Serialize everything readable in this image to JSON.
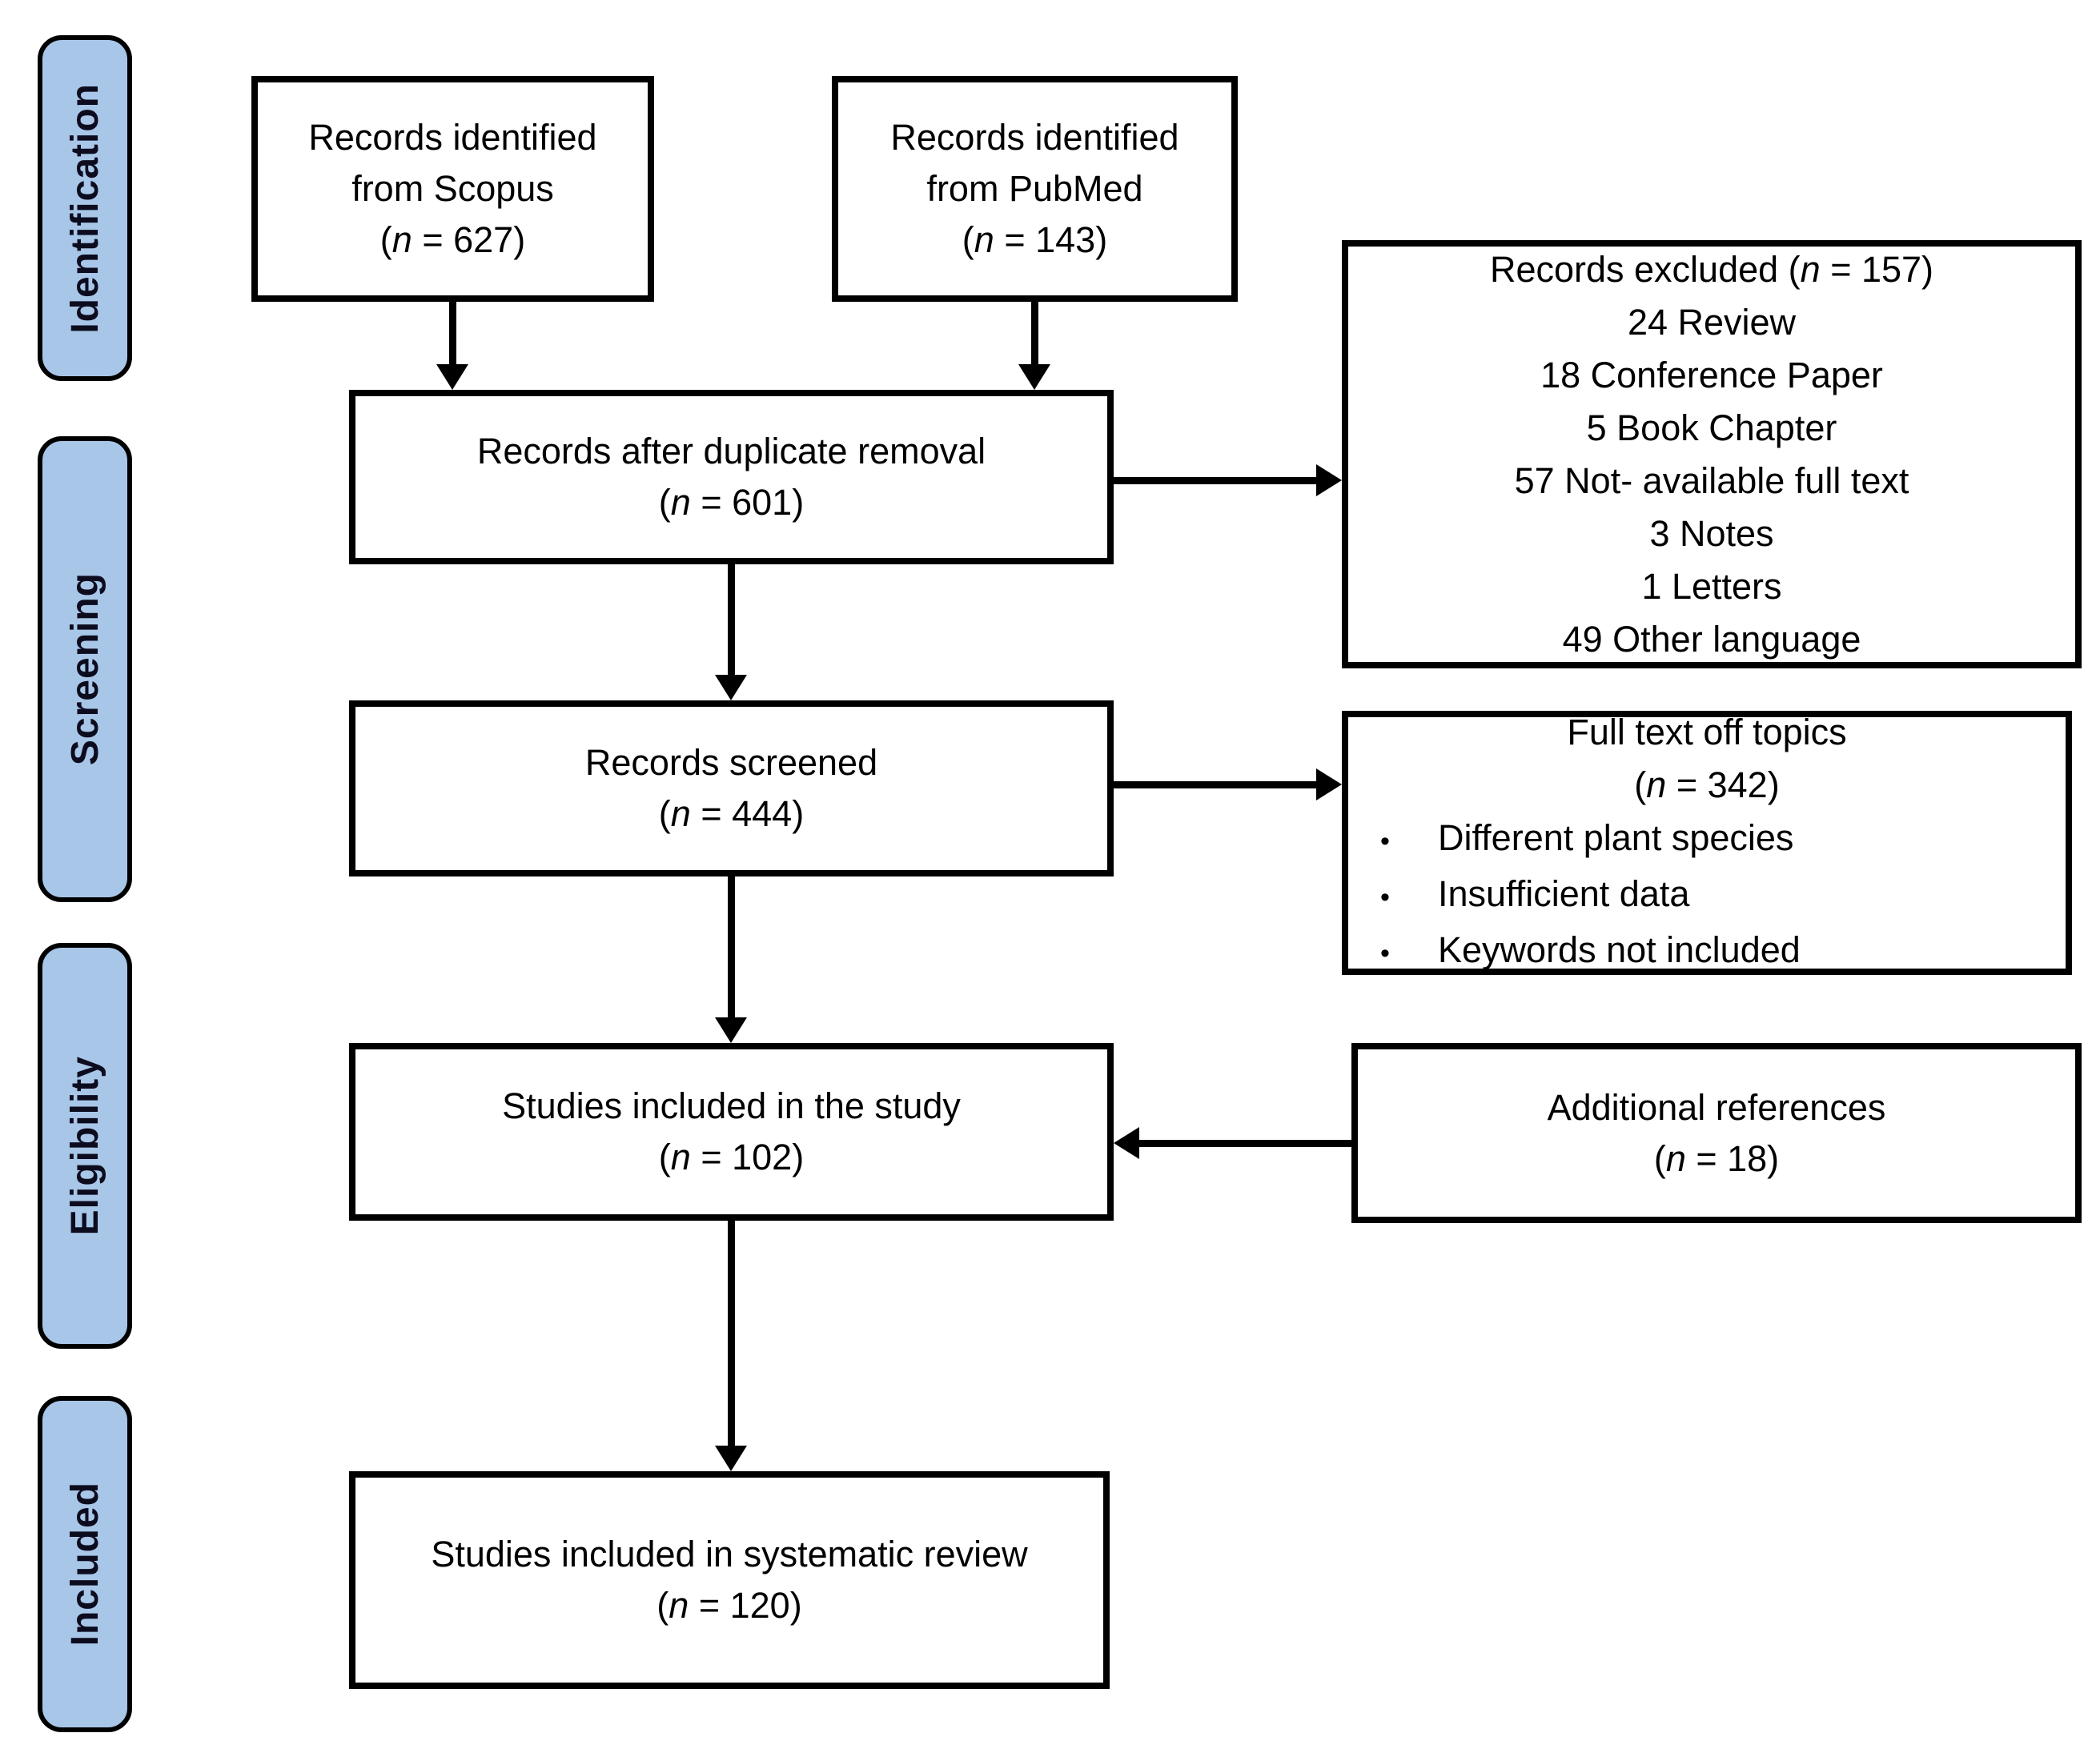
{
  "figure": {
    "kind": "PRISMA systematic review flow diagram"
  },
  "palette": {
    "stage_fill": "#a8c6e8",
    "stage_border": "#000000",
    "box_fill": "#ffffff",
    "box_border": "#000000",
    "arrow_color": "#000000",
    "text_color": "#000000"
  },
  "stages": [
    {
      "label": "Identification"
    },
    {
      "label": "Screening"
    },
    {
      "label": "Eligibility"
    },
    {
      "label": "Included"
    }
  ],
  "boxes": {
    "scopus": {
      "lines": [
        "Records identified",
        "from Scopus"
      ],
      "n_open": "(",
      "n_var": "n",
      "n_rest": " = 627)"
    },
    "pubmed": {
      "lines": [
        "Records identified",
        "from PubMed"
      ],
      "n_open": "(",
      "n_var": "n",
      "n_rest": " = 143)"
    },
    "duplicate_removal": {
      "lines": [
        "Records after duplicate removal"
      ],
      "n_open": "(",
      "n_var": "n",
      "n_rest": " = 601)"
    },
    "records_excluded": {
      "title": "Records excluded ",
      "n_open": "(",
      "n_var": "n",
      "n_rest": " = 157)",
      "items": [
        "24 Review",
        "18 Conference Paper",
        "5 Book Chapter",
        "57 Not- available full text",
        "3 Notes",
        "1 Letters",
        "49 Other language"
      ]
    },
    "records_screened": {
      "lines": [
        "Records screened"
      ],
      "n_open": "(",
      "n_var": "n",
      "n_rest": " = 444)"
    },
    "full_text_off_topics": {
      "lines": [
        "Full text off topics"
      ],
      "n_open": "(",
      "n_var": "n",
      "n_rest": " = 342)",
      "bullet_char": "•",
      "bullets": [
        "Different plant species",
        "Insufficient data",
        "Keywords not included"
      ]
    },
    "included_in_study": {
      "lines": [
        "Studies included in the study"
      ],
      "n_open": "(",
      "n_var": "n",
      "n_rest": " = 102)"
    },
    "additional_references": {
      "lines": [
        "Additional references"
      ],
      "n_open": "(",
      "n_var": "n",
      "n_rest": " = 18)"
    },
    "systematic_review": {
      "lines": [
        "Studies included in systematic review"
      ],
      "n_open": "(",
      "n_var": "n",
      "n_rest": " = 120)"
    }
  }
}
